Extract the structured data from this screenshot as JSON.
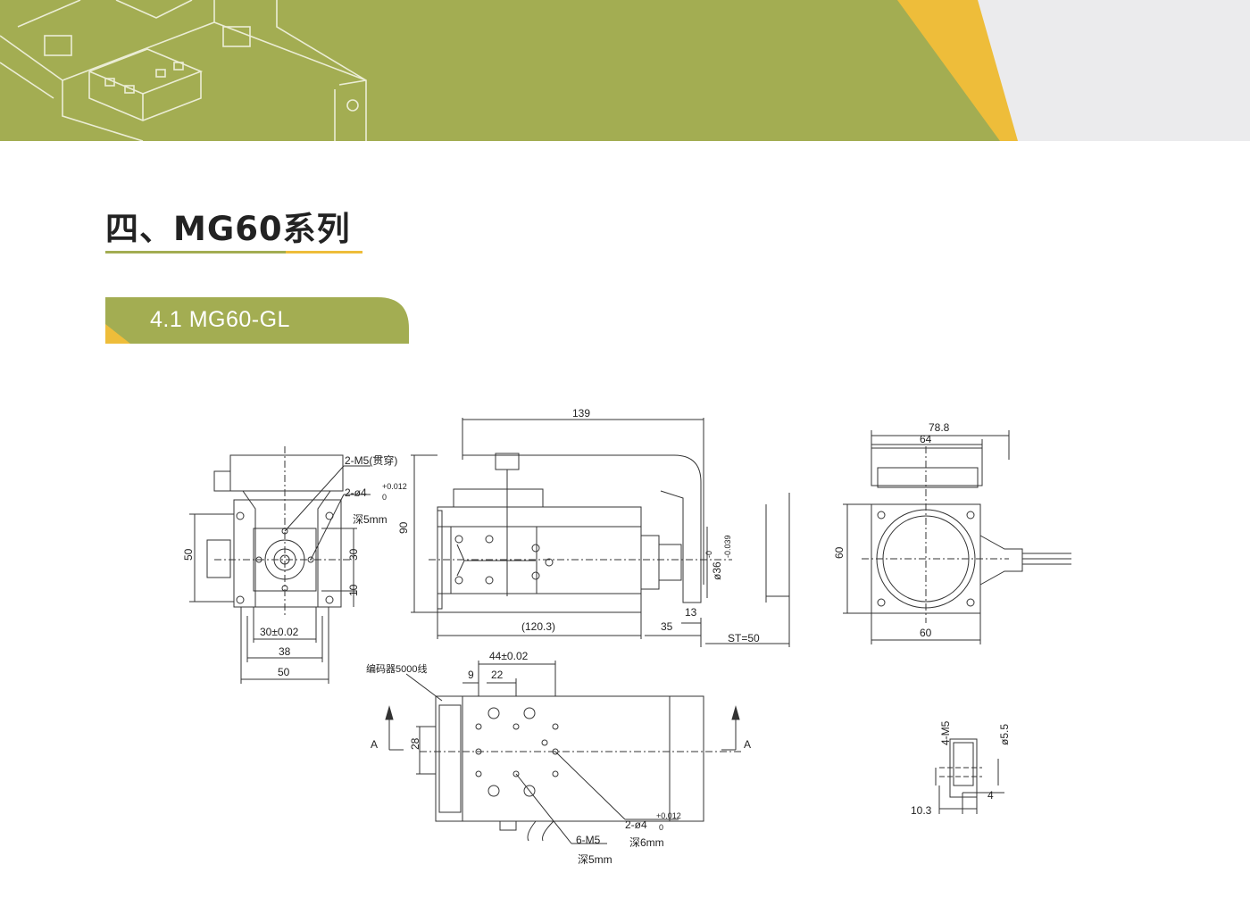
{
  "header": {
    "title": "四、MG60系列"
  },
  "section": {
    "label": "4.1 MG60-GL"
  },
  "colors": {
    "olive": "#a3ad52",
    "yellow": "#eebd3a",
    "light_gray": "#ebebed"
  },
  "drawing": {
    "front_view": {
      "note_m5": "2-M5(贯穿)",
      "note_pin": "2-ø4",
      "note_pin_tol": "+0.012",
      "note_pin_tol2": "0",
      "note_depth": "深5mm",
      "dim_50_v": "50",
      "dim_30_v": "30",
      "dim_10_v": "10",
      "dim_30_h": "30±0.02",
      "dim_38_h": "38",
      "dim_50_h": "50"
    },
    "side_view": {
      "dim_139": "139",
      "dim_90": "90",
      "dim_120": "(120.3)",
      "dim_35": "35",
      "dim_13": "13",
      "dim_st": "ST=50",
      "dim_dia": "ø36",
      "dim_dia_tol": "-0.039",
      "dim_dia_tol2": "-0"
    },
    "end_view": {
      "dim_78": "78.8",
      "dim_64": "64",
      "dim_60_v": "60",
      "dim_60_h": "60"
    },
    "top_view": {
      "encoder": "编码器5000线",
      "dim_44": "44±0.02",
      "dim_9": "9",
      "dim_22": "22",
      "dim_28": "28",
      "section_a_left": "A",
      "section_a_right": "A",
      "note_pin": "2-ø4",
      "note_pin_tol": "+0.012",
      "note_pin_tol2": "0",
      "note_pin_depth": "深6mm",
      "note_m5": "6-M5",
      "note_m5_depth": "深5mm"
    },
    "detail": {
      "dim_m5": "4-M5",
      "dim_55": "ø5.5",
      "dim_4": "4",
      "dim_103": "10.3"
    }
  }
}
